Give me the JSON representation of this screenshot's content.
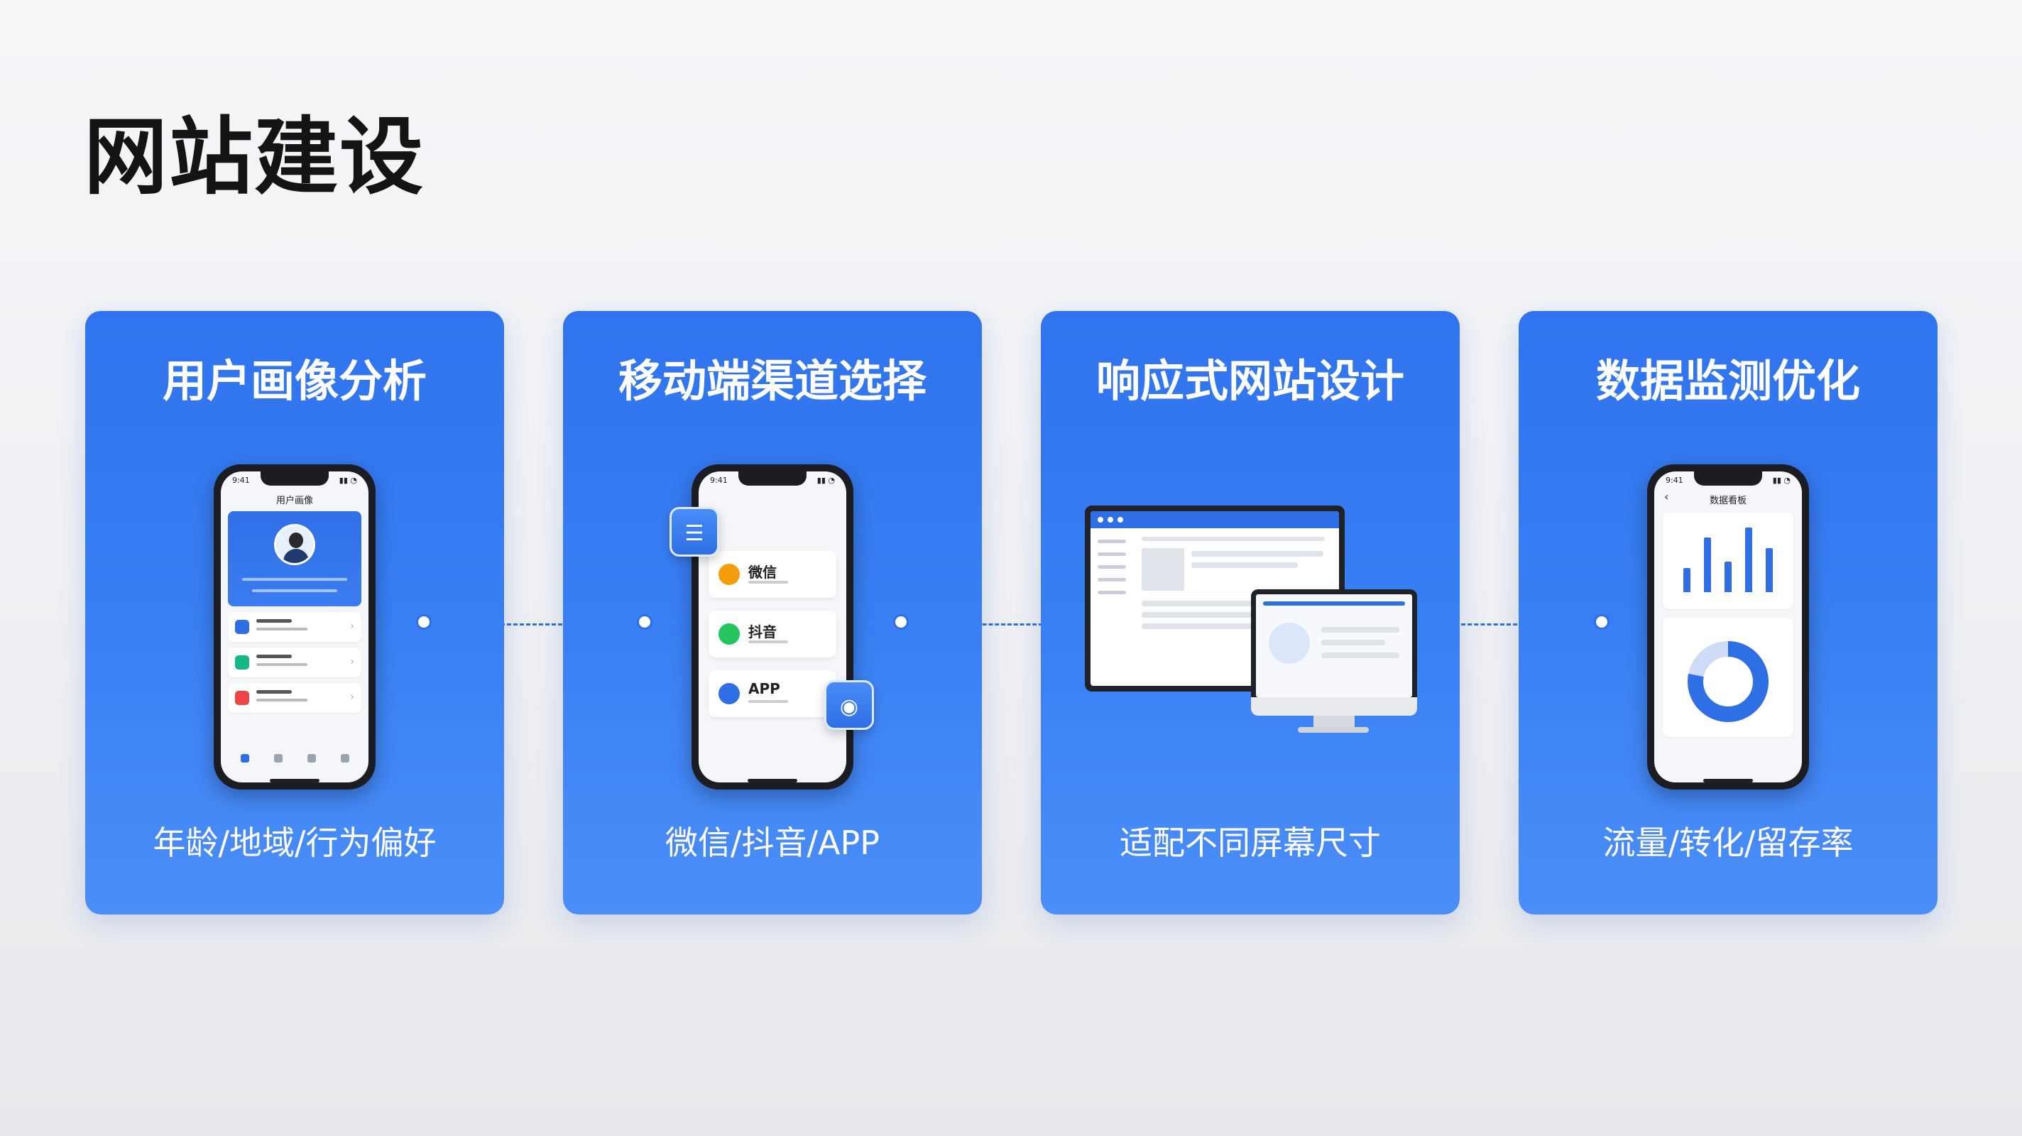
{
  "page": {
    "title": "网站建设"
  },
  "cards": [
    {
      "title": "用户画像分析",
      "subtitle": "年龄/地域/行为偏好",
      "phone": {
        "status_time": "9:41",
        "screen_title": "用户画像",
        "rows": [
          {
            "color": "#2f6fe6"
          },
          {
            "color": "#12b886"
          },
          {
            "color": "#ef4444"
          }
        ]
      }
    },
    {
      "title": "移动端渠道选择",
      "subtitle": "微信/抖音/APP",
      "phone": {
        "status_time": "9:41",
        "apps": [
          {
            "label": "微信",
            "color": "#f59e0b"
          },
          {
            "label": "抖音",
            "color": "#22c55e"
          },
          {
            "label": "APP",
            "color": "#2f6fe6"
          }
        ]
      }
    },
    {
      "title": "响应式网站设计",
      "subtitle": "适配不同屏幕尺寸"
    },
    {
      "title": "数据监测优化",
      "subtitle": "流量/转化/留存率",
      "phone": {
        "status_time": "9:41",
        "screen_title": "数据看板",
        "bars": [
          0.35,
          0.8,
          0.45,
          0.95,
          0.65
        ],
        "donut_fill": 0.78
      }
    }
  ],
  "colors": {
    "card_top": "#2f73ee",
    "card_bottom": "#4b8ef8",
    "connector": "#2f6fe6"
  }
}
